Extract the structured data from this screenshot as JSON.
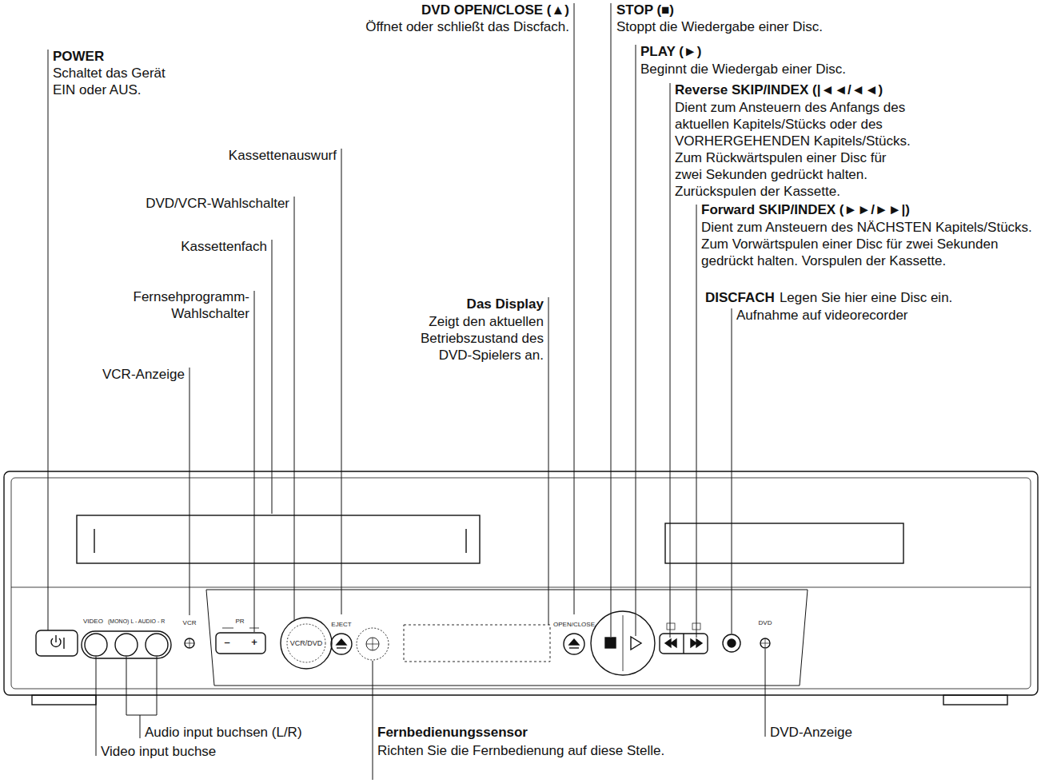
{
  "diagram": {
    "labels": [
      "DVD OPEN/CLOSE (▲)",
      "Öffnet oder schließt das Discfach.",
      "STOP (■)",
      "Stoppt die Wiedergabe einer Disc.",
      "POWER",
      "Schaltet das Gerät EIN oder AUS.",
      "PLAY (►)",
      "Beginnt die Wiedergab einer Disc.",
      "Kassettenauswurf",
      "Reverse SKIP/INDEX (|◄◄/◄◄)",
      "Dient zum Ansteuern des Anfangs des aktuellen Kapitels/Stücks oder des VORHERGEHENDEN Kapitels/Stücks. Zum Rückwärtspulen einer Disc für zwei Sekunden gedrückt halten. Zurückspulen der Kassette.",
      "DVD/VCR-Wahlschalter",
      "Kassettenfach",
      "Forward SKIP/INDEX (►►/►►|)",
      "Dient zum Ansteuern des NÄCHSTEN Kapitels/Stücks. Zum Vorwärtspulen einer Disc für zwei Sekunden gedrückt halten. Vorspulen der Kassette.",
      "Fernsehprogramm- Wahlschalter",
      "Das Display",
      "Zeigt den aktuellen Betriebszustand des DVD-Spielers an.",
      "DISCFACH",
      "Legen Sie hier eine Disc ein.",
      "Aufnahme auf videorecorder",
      "VCR-Anzeige",
      "Audio input buchsen (L/R)",
      "Video input buchse",
      "Fernbedienungssensor",
      "Richten Sie die Fernbedienung auf diese Stelle.",
      "DVD-Anzeige",
      "VIDEO",
      "(MONO) L - AUDIO - R",
      "VCR",
      "PR",
      "–",
      "+",
      "VCR/DVD",
      "EJECT",
      "OPEN/CLOSE",
      "DVD"
    ]
  }
}
